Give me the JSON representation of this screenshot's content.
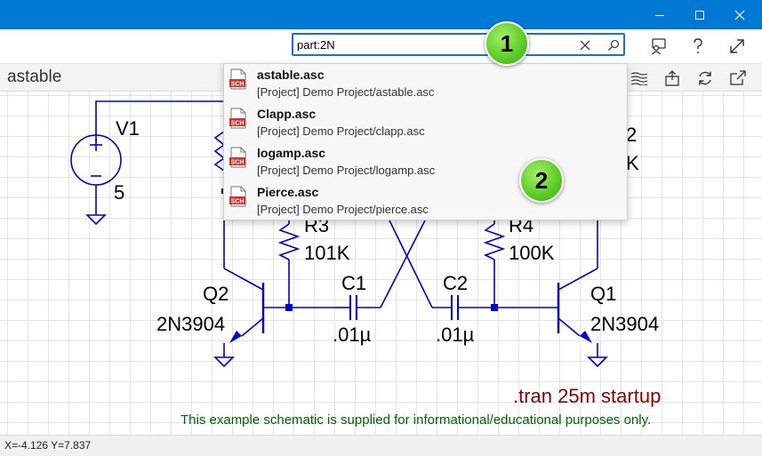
{
  "colors": {
    "titlebar": "#0078d4",
    "accent": "#1a73c9",
    "wire": "#0000cd",
    "directive": "#8b0000",
    "comment": "#006400"
  },
  "window": {
    "controls": [
      {
        "name": "minimize",
        "icon": "minimize-icon"
      },
      {
        "name": "maximize",
        "icon": "maximize-icon"
      },
      {
        "name": "close",
        "icon": "close-icon"
      }
    ]
  },
  "search": {
    "value": "part:2N",
    "clear_icon": "clear-icon",
    "search_icon": "search-icon"
  },
  "toolbar": {
    "icons": [
      "feedback-icon",
      "help-icon",
      "expand-icon"
    ]
  },
  "tab": {
    "document_name": "astable",
    "icons": [
      "waveform-icon",
      "export-icon",
      "refresh-icon",
      "popout-icon"
    ]
  },
  "results": [
    {
      "name": "astable.asc",
      "path": "[Project] Demo Project/astable.asc",
      "icon": "schematic-file-icon"
    },
    {
      "name": "Clapp.asc",
      "path": "[Project] Demo Project/clapp.asc",
      "icon": "schematic-file-icon"
    },
    {
      "name": "logamp.asc",
      "path": "[Project] Demo Project/logamp.asc",
      "icon": "schematic-file-icon"
    },
    {
      "name": "Pierce.asc",
      "path": "[Project] Demo Project/pierce.asc",
      "icon": "schematic-file-icon"
    }
  ],
  "file_icon_label": "SCH",
  "schematic": {
    "V1": {
      "name": "V1",
      "value": "5"
    },
    "R3": {
      "name": "R3",
      "value": "101K"
    },
    "R4": {
      "name": "R4",
      "value": "100K"
    },
    "C1": {
      "name": "C1",
      "value": ".01µ"
    },
    "C2": {
      "name": "C2",
      "value": ".01µ"
    },
    "Q1": {
      "name": "Q1",
      "model": "2N3904"
    },
    "Q2": {
      "name": "Q2",
      "model": "2N3904"
    },
    "partial_right": {
      "top": "2",
      "bottom": "K"
    },
    "directive": ".tran 25m startup",
    "comment": "This example schematic is supplied for informational/educational purposes only."
  },
  "status": {
    "coords": "X=-4.126 Y=7.837"
  },
  "callouts": [
    {
      "label": "1"
    },
    {
      "label": "2"
    }
  ]
}
